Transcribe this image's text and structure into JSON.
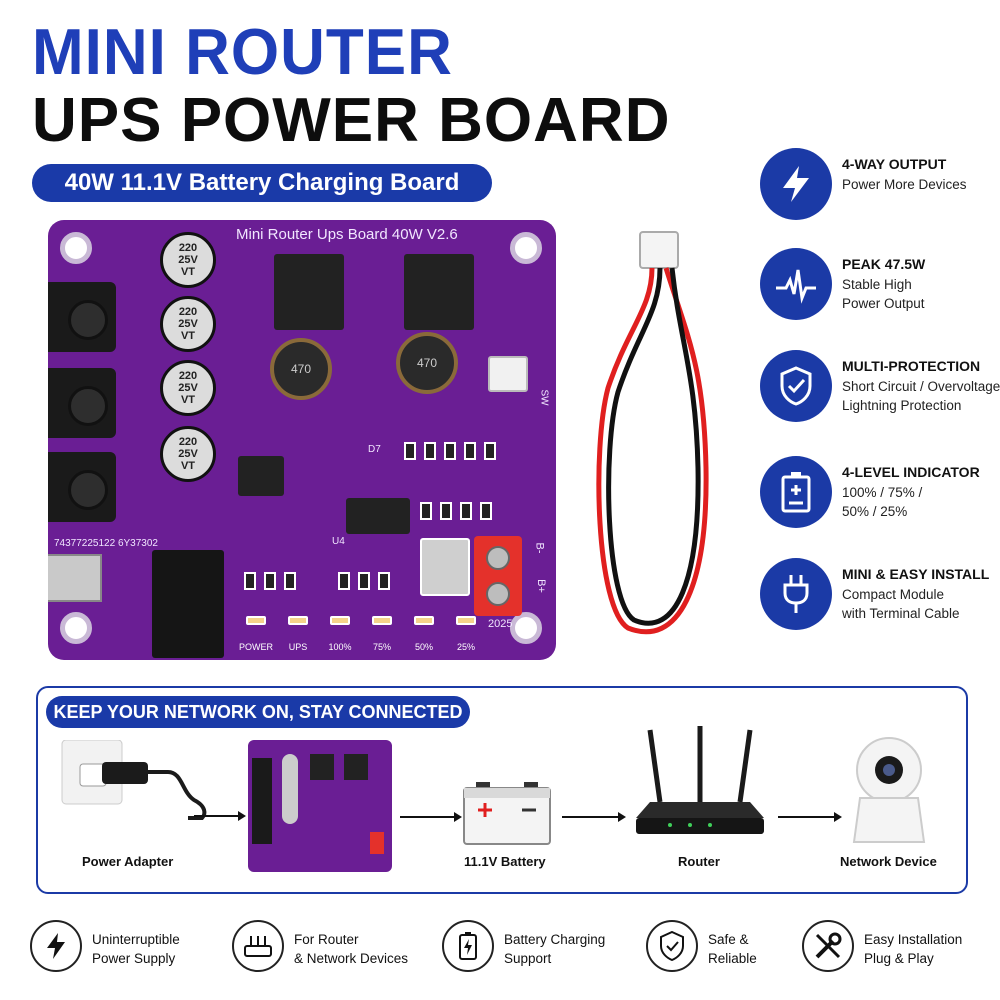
{
  "header": {
    "title_line1": "MINI ROUTER",
    "title_line2": "UPS POWER BOARD",
    "subtitle": "40W 11.1V Battery Charging Board"
  },
  "board": {
    "silk_title": "Mini Router Ups Board  40W  V2.6",
    "serial": "74377225122 6Y37302",
    "cap_label": "220\n25V\nVT",
    "inductor_label": "470",
    "year": "2025",
    "b_minus": "B-",
    "b_plus": "B+",
    "sw": "SW",
    "d7": "D7",
    "u4": "U4",
    "leds": [
      "POWER",
      "UPS",
      "100%",
      "75%",
      "50%",
      "25%"
    ]
  },
  "features": [
    {
      "title": "4-WAY OUTPUT",
      "desc": [
        "Power More Devices"
      ],
      "icon": "lightning-icon"
    },
    {
      "title": "PEAK 47.5W",
      "desc": [
        "Stable High",
        "Power Output"
      ],
      "icon": "pulse-lightning-icon"
    },
    {
      "title": "MULTI-PROTECTION",
      "desc": [
        "Short Circuit / Overvoltage",
        "Lightning Protection"
      ],
      "icon": "shield-check-icon"
    },
    {
      "title": "4-LEVEL INDICATOR",
      "desc": [
        "100% / 75% /",
        "50% / 25%"
      ],
      "icon": "battery-plus-icon"
    },
    {
      "title": "MINI & EASY INSTALL",
      "desc": [
        "Compact Module",
        "with Terminal Cable"
      ],
      "icon": "plug-icon"
    }
  ],
  "flow": {
    "heading": "KEEP YOUR NETWORK ON, STAY CONNECTED",
    "steps": [
      "Power Adapter",
      "11.1V  Battery",
      "Router",
      "Network Device"
    ]
  },
  "bottom": [
    {
      "lines": [
        "Uninterruptible",
        "Power Supply"
      ],
      "icon": "lightning-icon"
    },
    {
      "lines": [
        "For Router",
        "& Network Devices"
      ],
      "icon": "router-icon"
    },
    {
      "lines": [
        "Battery Charging",
        "Support"
      ],
      "icon": "battery-charging-icon"
    },
    {
      "lines": [
        "Safe &",
        "Reliable"
      ],
      "icon": "shield-check-icon"
    },
    {
      "lines": [
        "Easy Installation",
        "Plug & Play"
      ],
      "icon": "tools-icon"
    }
  ],
  "colors": {
    "brand_blue": "#1b3aa6",
    "board_purple": "#6a1e94",
    "terminal_red": "#e4312b"
  }
}
